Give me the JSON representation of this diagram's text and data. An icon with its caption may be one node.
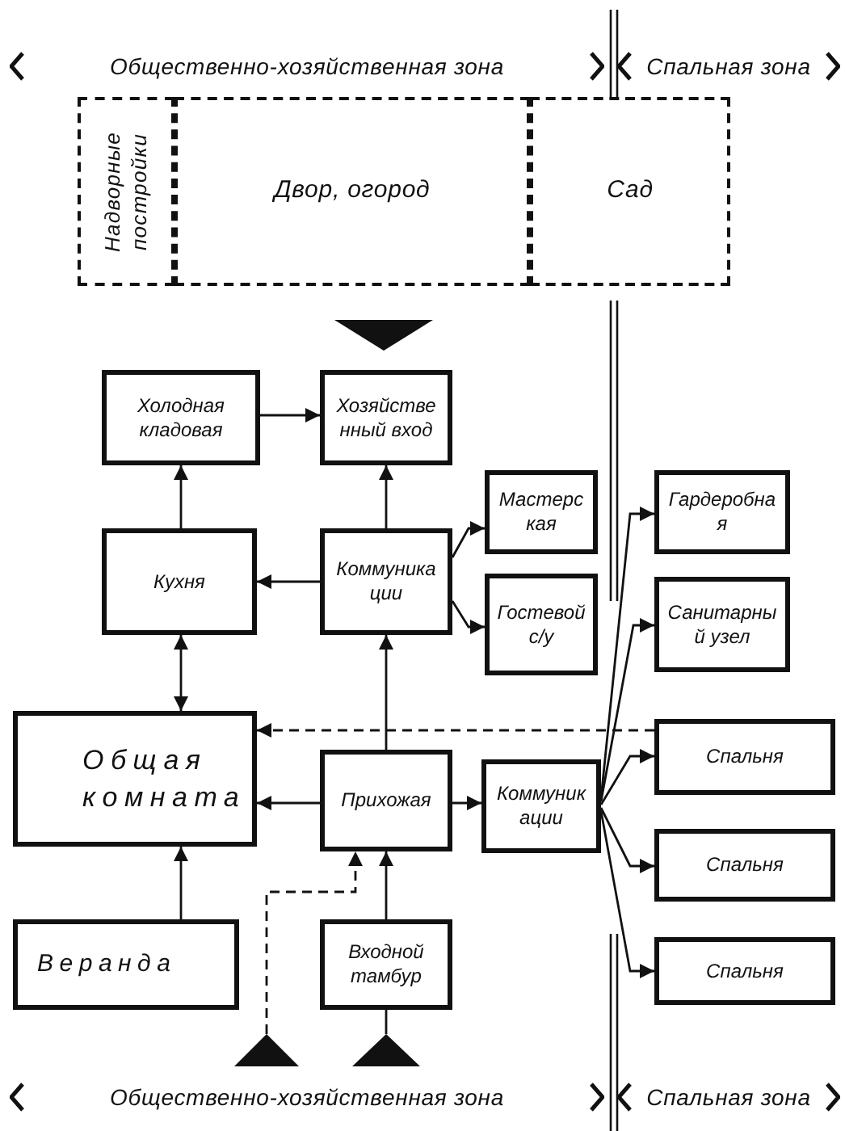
{
  "diagram": {
    "nodes": [
      {
        "text": [
          "Надворные постройки"
        ]
      },
      {
        "text": [
          "Двор, огород"
        ]
      },
      {
        "text": [
          "Сад"
        ]
      },
      {
        "text": [],
        "shape": "triangle"
      },
      {
        "text": [
          "Холодная кладовая"
        ]
      },
      {
        "text": [
          "Хозяйственный вход"
        ]
      },
      {
        "text": [
          "Мастерская"
        ]
      },
      {
        "text": [
          "Гардеробная"
        ]
      },
      {
        "text": [
          "Кухня"
        ]
      },
      {
        "text": [
          "Коммуникации"
        ]
      },
      {
        "text": [
          "Гостевой с/у"
        ]
      },
      {
        "text": [
          "Санитарный узел"
        ]
      },
      {
        "text": [
          "Общая комната"
        ]
      },
      {
        "text": [
          "Прихожая"
        ]
      },
      {
        "text": [
          "Коммуникации"
        ]
      },
      {
        "text": [
          "Спальня"
        ]
      },
      {
        "text": [
          "Спальня"
        ]
      },
      {
        "text": [
          "Спальня"
        ]
      },
      {
        "text": [
          "Веранда"
        ]
      },
      {
        "text": [
          "Входной тамбур"
        ]
      },
      {
        "text": [],
        "shape": "triangle"
      },
      {
        "text": [],
        "shape": "triangle"
      }
    ],
    "edges": [
      {
        "from": 4,
        "to": 5,
        "arrow": "to"
      },
      {
        "from": 8,
        "to": 4,
        "arrow": "to"
      },
      {
        "from": 9,
        "to": 5,
        "arrow": "to"
      },
      {
        "from": 9,
        "to": 8,
        "arrow": "to"
      },
      {
        "from": 9,
        "to": 6,
        "arrow": "to"
      },
      {
        "from": 9,
        "to": 10,
        "arrow": "to"
      },
      {
        "from": 8,
        "to": 12,
        "arrow": "both"
      },
      {
        "from": 13,
        "to": 12,
        "arrow": "to"
      },
      {
        "from": 13,
        "to": 9,
        "arrow": "to"
      },
      {
        "from": 13,
        "to": 14,
        "arrow": "to"
      },
      {
        "from": 14,
        "to": 7,
        "arrow": "to"
      },
      {
        "from": 14,
        "to": 11,
        "arrow": "to"
      },
      {
        "from": 14,
        "to": 15,
        "arrow": "to"
      },
      {
        "from": 14,
        "to": 16,
        "arrow": "to"
      },
      {
        "from": 14,
        "to": 17,
        "arrow": "to"
      },
      {
        "from": 15,
        "to": 12,
        "arrow": "to",
        "style": "dashed"
      },
      {
        "from": 18,
        "to": 12,
        "arrow": "to"
      },
      {
        "from": 19,
        "to": 13,
        "arrow": "to"
      },
      {
        "from": 20,
        "to": 13,
        "arrow": "to",
        "style": "dashed"
      },
      {
        "from": 21,
        "to": 19,
        "arrow": "none"
      }
    ],
    "labels": [
      "Общественно-хозяйственная зона",
      "Спальная зона",
      "Общественно-хозяйственная зона",
      "Спальная зона"
    ]
  }
}
